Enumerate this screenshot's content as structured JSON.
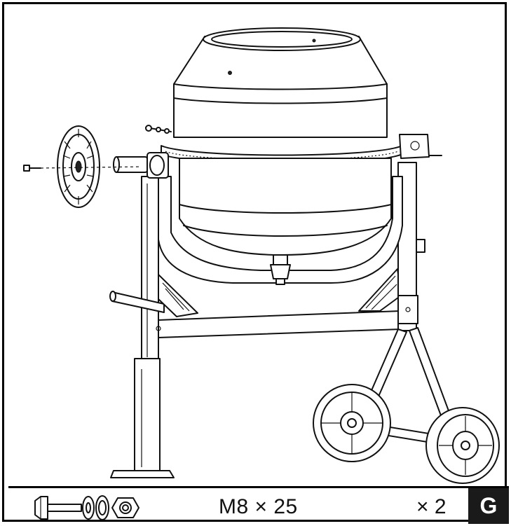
{
  "hardware": {
    "spec": "M8 × 25",
    "quantity": "× 2",
    "items": [
      "bolt-icon",
      "flat-washer-icon",
      "spring-washer-icon",
      "nut-icon"
    ]
  },
  "step": {
    "label": "G"
  },
  "colors": {
    "ink": "#111111",
    "badge": "#1a1a1a",
    "paper": "#ffffff"
  }
}
